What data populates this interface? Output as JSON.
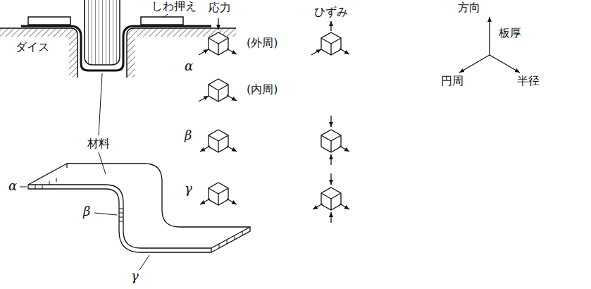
{
  "diagram": {
    "labels": [
      "しわ押え",
      "ダイス",
      "材料",
      "α",
      "β",
      "γ",
      "応力",
      "ひずみ",
      "方向",
      "板厚",
      "円周",
      "半径",
      "(外周)",
      "(内周)",
      "α",
      "β",
      "γ"
    ]
  }
}
